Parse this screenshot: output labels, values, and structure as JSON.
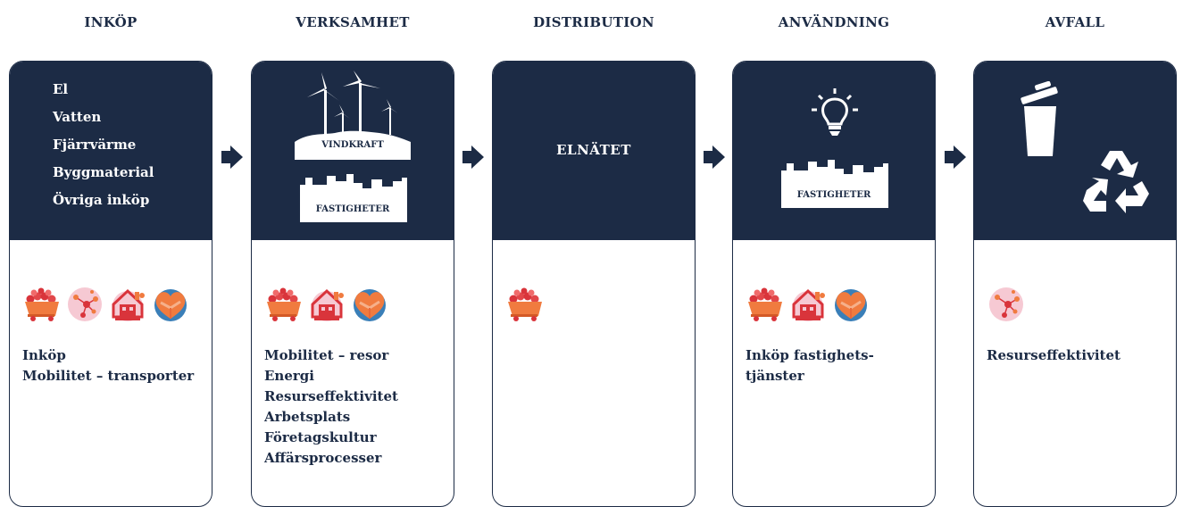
{
  "stages": [
    {
      "title": "INKÖP",
      "items": [
        "El",
        "Vatten",
        "Fjärrvärme",
        "Byggmaterial",
        "Övriga inköp"
      ],
      "icons": [
        "shopping-cart-icon",
        "network-icon",
        "building-icon",
        "heart-handshake-icon"
      ],
      "topics": [
        "Inköp",
        "Mobilitet – transporter"
      ]
    },
    {
      "title": "VERKSAMHET",
      "labels": {
        "wind": "VINDKRAFT",
        "properties": "FASTIGHETER"
      },
      "icons": [
        "shopping-cart-icon",
        "building-icon",
        "heart-handshake-icon"
      ],
      "topics": [
        "Mobilitet – resor",
        "Energi",
        "Resurseffektivitet",
        "Arbetsplats",
        "Företagskultur",
        "Affärsprocesser"
      ]
    },
    {
      "title": "DISTRIBUTION",
      "labels": {
        "grid": "ELNÄTET"
      },
      "icons": [
        "shopping-cart-icon"
      ],
      "topics": []
    },
    {
      "title": "ANVÄNDNING",
      "labels": {
        "properties": "FASTIGHETER"
      },
      "icons": [
        "shopping-cart-icon",
        "building-icon",
        "heart-handshake-icon"
      ],
      "topics": [
        "Inköp fastighets-",
        "tjänster"
      ]
    },
    {
      "title": "AVFALL",
      "icons": [
        "network-icon"
      ],
      "topics": [
        "Resurseffektivitet"
      ]
    }
  ],
  "colors": {
    "navy": "#1c2b45",
    "orange": "#f07b3f",
    "red": "#d9343b",
    "pink": "#f6c9d3"
  }
}
